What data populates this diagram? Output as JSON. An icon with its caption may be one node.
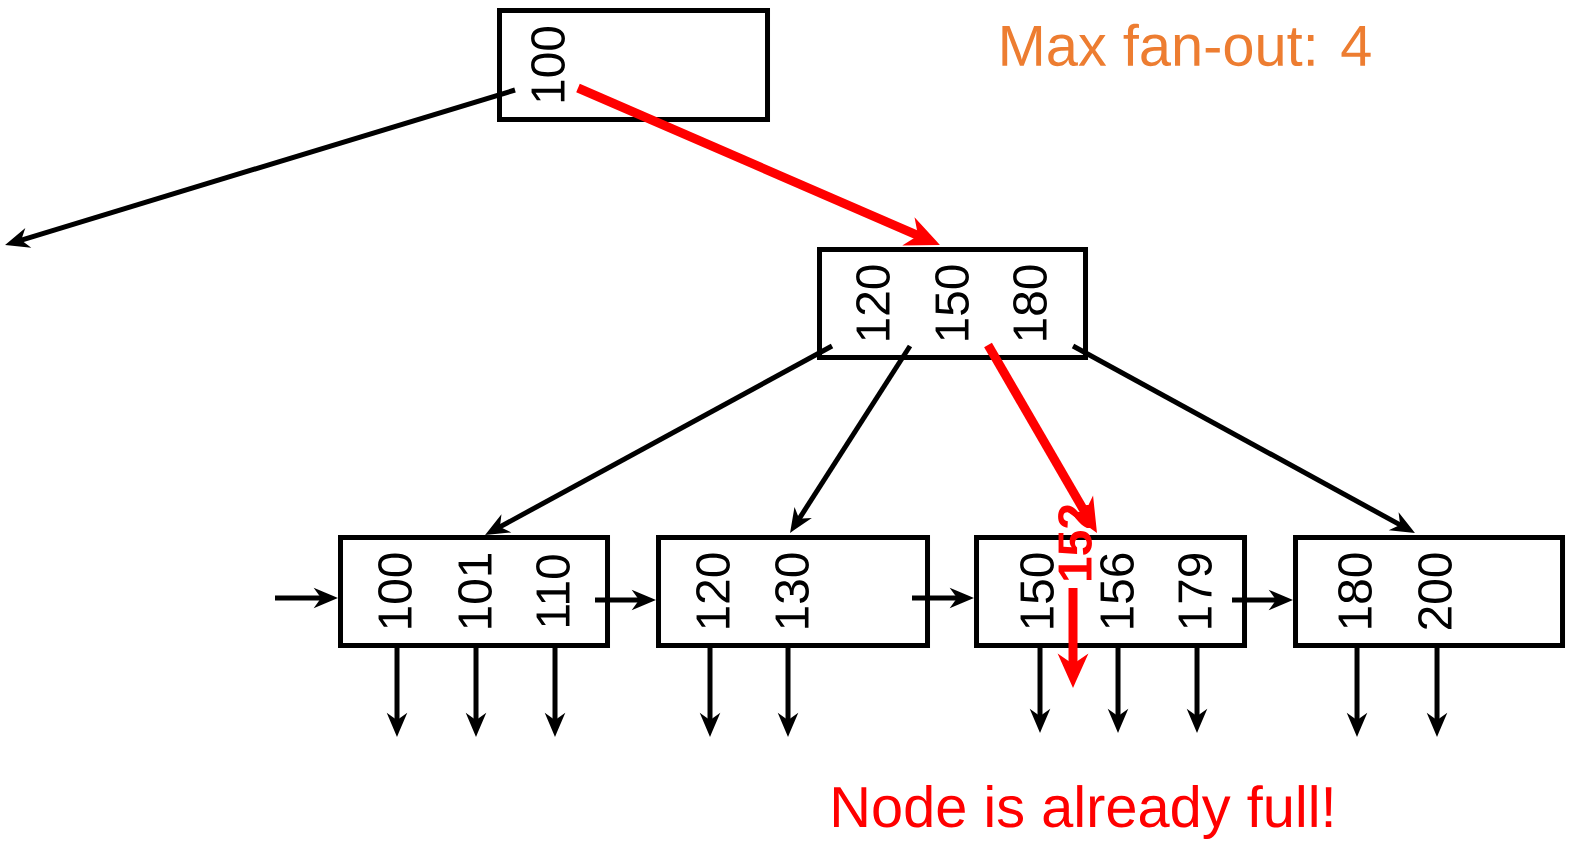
{
  "diagram": {
    "nodes": [
      {
        "text": [
          "100"
        ]
      },
      {
        "text": [
          "120",
          "150",
          "180"
        ]
      },
      {
        "text": [
          "100",
          "101",
          "110"
        ]
      },
      {
        "text": [
          "120",
          "130"
        ]
      },
      {
        "text": [
          "150",
          "156",
          "179"
        ]
      },
      {
        "text": [
          "180",
          "200"
        ]
      },
      {
        "text": [
          "152"
        ]
      }
    ],
    "edges": [
      {
        "from": 0,
        "to": null,
        "arrow": "to"
      },
      {
        "from": 0,
        "to": 1,
        "arrow": "to",
        "style": "thick",
        "color": "#ff0000"
      },
      {
        "from": 1,
        "to": 2,
        "arrow": "to"
      },
      {
        "from": 1,
        "to": 3,
        "arrow": "to"
      },
      {
        "from": 1,
        "to": 4,
        "arrow": "to",
        "style": "thick",
        "color": "#ff0000"
      },
      {
        "from": 1,
        "to": 5,
        "arrow": "to"
      },
      {
        "from": null,
        "to": 2,
        "arrow": "to"
      },
      {
        "from": 2,
        "to": 3,
        "arrow": "to"
      },
      {
        "from": 3,
        "to": 4,
        "arrow": "to"
      },
      {
        "from": 4,
        "to": 5,
        "arrow": "to"
      },
      {
        "from": 2,
        "to": null,
        "arrow": "to"
      },
      {
        "from": 2,
        "to": null,
        "arrow": "to"
      },
      {
        "from": 2,
        "to": null,
        "arrow": "to"
      },
      {
        "from": 3,
        "to": null,
        "arrow": "to"
      },
      {
        "from": 3,
        "to": null,
        "arrow": "to"
      },
      {
        "from": 4,
        "to": null,
        "arrow": "to"
      },
      {
        "from": 4,
        "to": null,
        "arrow": "to"
      },
      {
        "from": 4,
        "to": null,
        "arrow": "to"
      },
      {
        "from": 5,
        "to": null,
        "arrow": "to"
      },
      {
        "from": 5,
        "to": null,
        "arrow": "to"
      },
      {
        "from": 6,
        "to": 4,
        "arrow": "to",
        "style": "thick",
        "color": "#ff0000"
      }
    ],
    "labels": [
      "Max fan-out: 4",
      "Node is already full!"
    ]
  }
}
